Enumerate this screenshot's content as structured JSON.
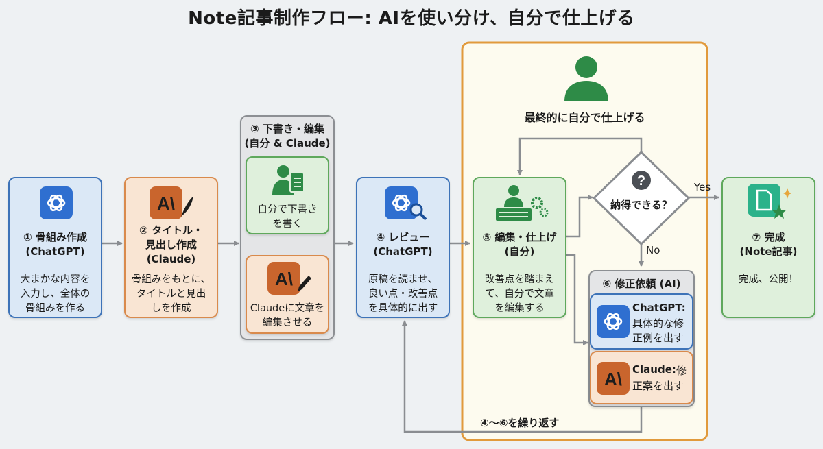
{
  "title": "Note記事制作フロー: AIを使い分け、自分で仕上げる",
  "steps": {
    "s1": {
      "label1": "① 骨組み作成",
      "label2": "(ChatGPT)",
      "desc1": "大まかな内容を",
      "desc2": "入力し、全体の",
      "desc3": "骨組みを作る"
    },
    "s2": {
      "label1": "② タイトル・",
      "label2": "見出し作成",
      "label3": "(Claude)",
      "desc1": "骨組みをもとに、",
      "desc2": "タイトルと見出",
      "desc3": "しを作成"
    },
    "s3": {
      "label1": "③ 下書き・編集",
      "label2": "(自分 & Claude)",
      "self1": "自分で下書き",
      "self2": "を書く",
      "claude1": "Claudeに文章を",
      "claude2": "編集させる"
    },
    "s4": {
      "label1": "④ レビュー",
      "label2": "(ChatGPT)",
      "desc1": "原稿を読ませ、",
      "desc2": "良い点・改善点",
      "desc3": "を具体的に出す"
    },
    "s5": {
      "label1": "⑤ 編集・仕上げ",
      "label2": "(自分)",
      "desc1": "改善点を踏まえ",
      "desc2": "て、自分で文章",
      "desc3": "を編集する"
    },
    "s6": {
      "label": "⑥ 修正依頼 (AI)",
      "gpt_name": "ChatGPT:",
      "gpt1": "具体的な修",
      "gpt2": "正例を出す",
      "claude_name": "Claude:",
      "claude1": "修",
      "claude2": "正案を出す"
    },
    "s7": {
      "label1": "⑦ 完成",
      "label2": "(Note記事)",
      "desc": "完成、公開！"
    }
  },
  "finalize_label": "最終的に自分で仕上げる",
  "decision": {
    "question": "納得できる？",
    "yes": "Yes",
    "no": "No"
  },
  "loop_label": "④〜⑥を繰り返す",
  "colors": {
    "blue": "#3d73b8",
    "orange": "#d98a4c",
    "green": "#5fa85c",
    "highlight": "#e19a3c",
    "arrow": "#8a8d91"
  }
}
